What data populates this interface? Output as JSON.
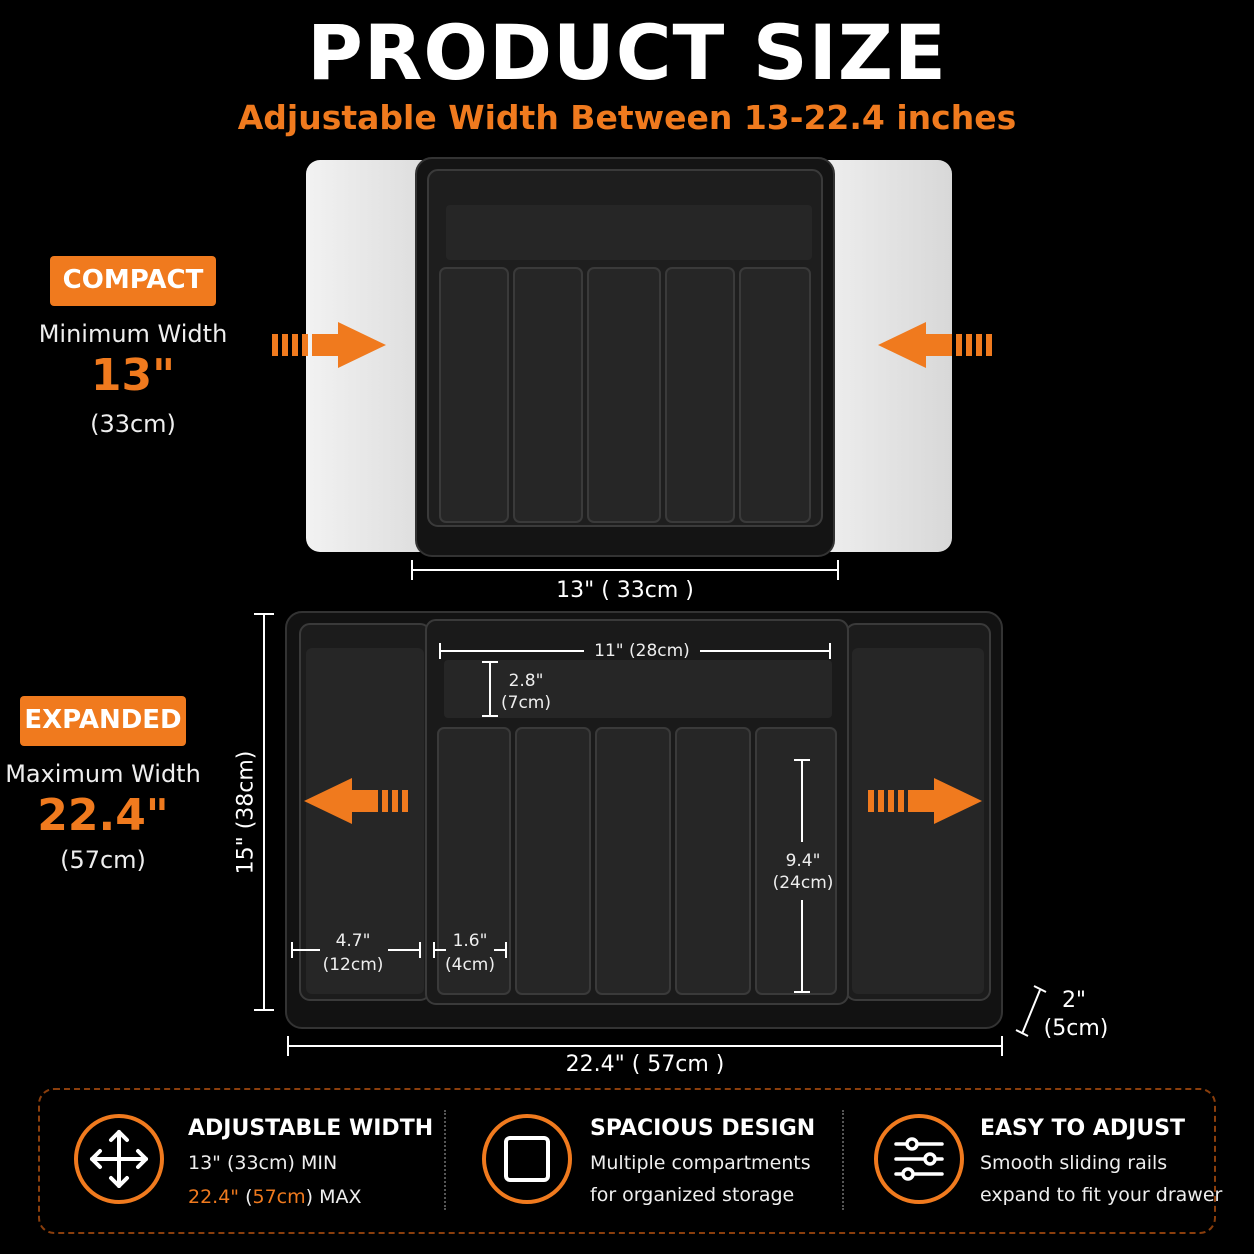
{
  "header": {
    "title": "PRODUCT SIZE",
    "subtitle": "Adjustable Width Between 13-22.4 inches"
  },
  "compact": {
    "badge": "COMPACT",
    "label": "Minimum Width",
    "value": "13\"",
    "metric": "(33cm)",
    "width_dim": "13\" ( 33cm )"
  },
  "expanded": {
    "badge": "EXPANDED",
    "label": "Maximum Width",
    "value": "22.4\"",
    "metric": "(57cm)",
    "width_dim": "22.4\" ( 57cm )",
    "depth_dim": "15\" (38cm)",
    "height_dim_in": "2\"",
    "height_dim_cm": "(5cm)",
    "top_slot_dim": "11\" (28cm)",
    "top_slot_h_in": "2.8\"",
    "top_slot_h_cm": "(7cm)",
    "slot_len_in": "9.4\"",
    "slot_len_cm": "(24cm)",
    "side_w_in": "4.7\"",
    "side_w_cm": "(12cm)",
    "slot_w_in": "1.6\"",
    "slot_w_cm": "(4cm)"
  },
  "features": [
    {
      "icon": "arrows-expand-icon",
      "title": "ADJUSTABLE WIDTH",
      "line1_a": "13\"",
      "line1_b": " (33cm) MIN",
      "line2_a": "22.4\"",
      "line2_b": " (",
      "line2_c": "57cm",
      "line2_d": ") MAX"
    },
    {
      "icon": "tray-icon",
      "title": "SPACIOUS DESIGN",
      "line1": "Multiple compartments",
      "line2": "for organized storage"
    },
    {
      "icon": "sliders-icon",
      "title": "EASY TO ADJUST",
      "line1": "Smooth sliding rails",
      "line2": "expand to fit your drawer"
    }
  ],
  "colors": {
    "accent": "#f07a1e",
    "tray": "#1b1b1b",
    "tray_slot": "#2a2a2a",
    "extender": "#e8e8e8"
  }
}
